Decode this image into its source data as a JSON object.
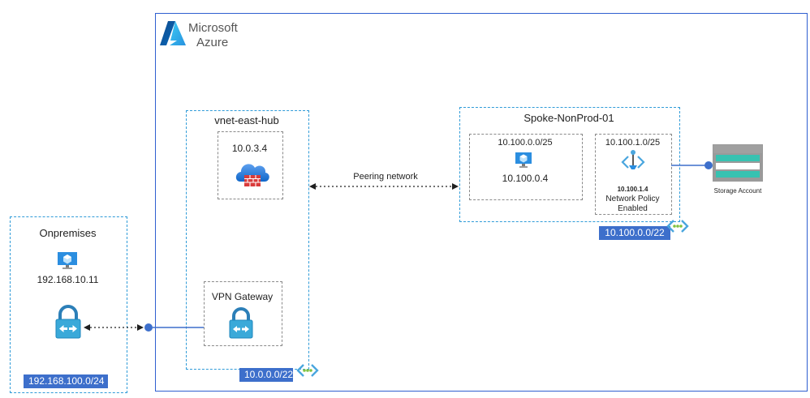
{
  "azure": {
    "brand_line1": "Microsoft",
    "brand_line2": "Azure"
  },
  "hub": {
    "name": "vnet-east-hub",
    "firewall_ip": "10.0.3.4",
    "vpn_label": "VPN Gateway",
    "cidr": "10.0.0.0/22"
  },
  "peering": {
    "label": "Peering network"
  },
  "spoke": {
    "name": "Spoke-NonProd-01",
    "subnet1": {
      "cidr": "10.100.0.0/25",
      "vm_ip": "10.100.0.4"
    },
    "subnet2": {
      "cidr": "10.100.1.0/25",
      "pe_ip": "10.100.1.4",
      "policy_line1": "Network Policy",
      "policy_line2": "Enabled"
    },
    "cidr": "10.100.0.0/22"
  },
  "storage": {
    "label": "Storage Account"
  },
  "onprem": {
    "name": "Onpremises",
    "vm_ip": "192.168.10.11",
    "cidr": "192.168.100.0/24"
  },
  "colors": {
    "azure_border": "#2f5fd0",
    "vnet_border": "#2f9bd8",
    "cidr_tag": "#3d6fcb"
  }
}
